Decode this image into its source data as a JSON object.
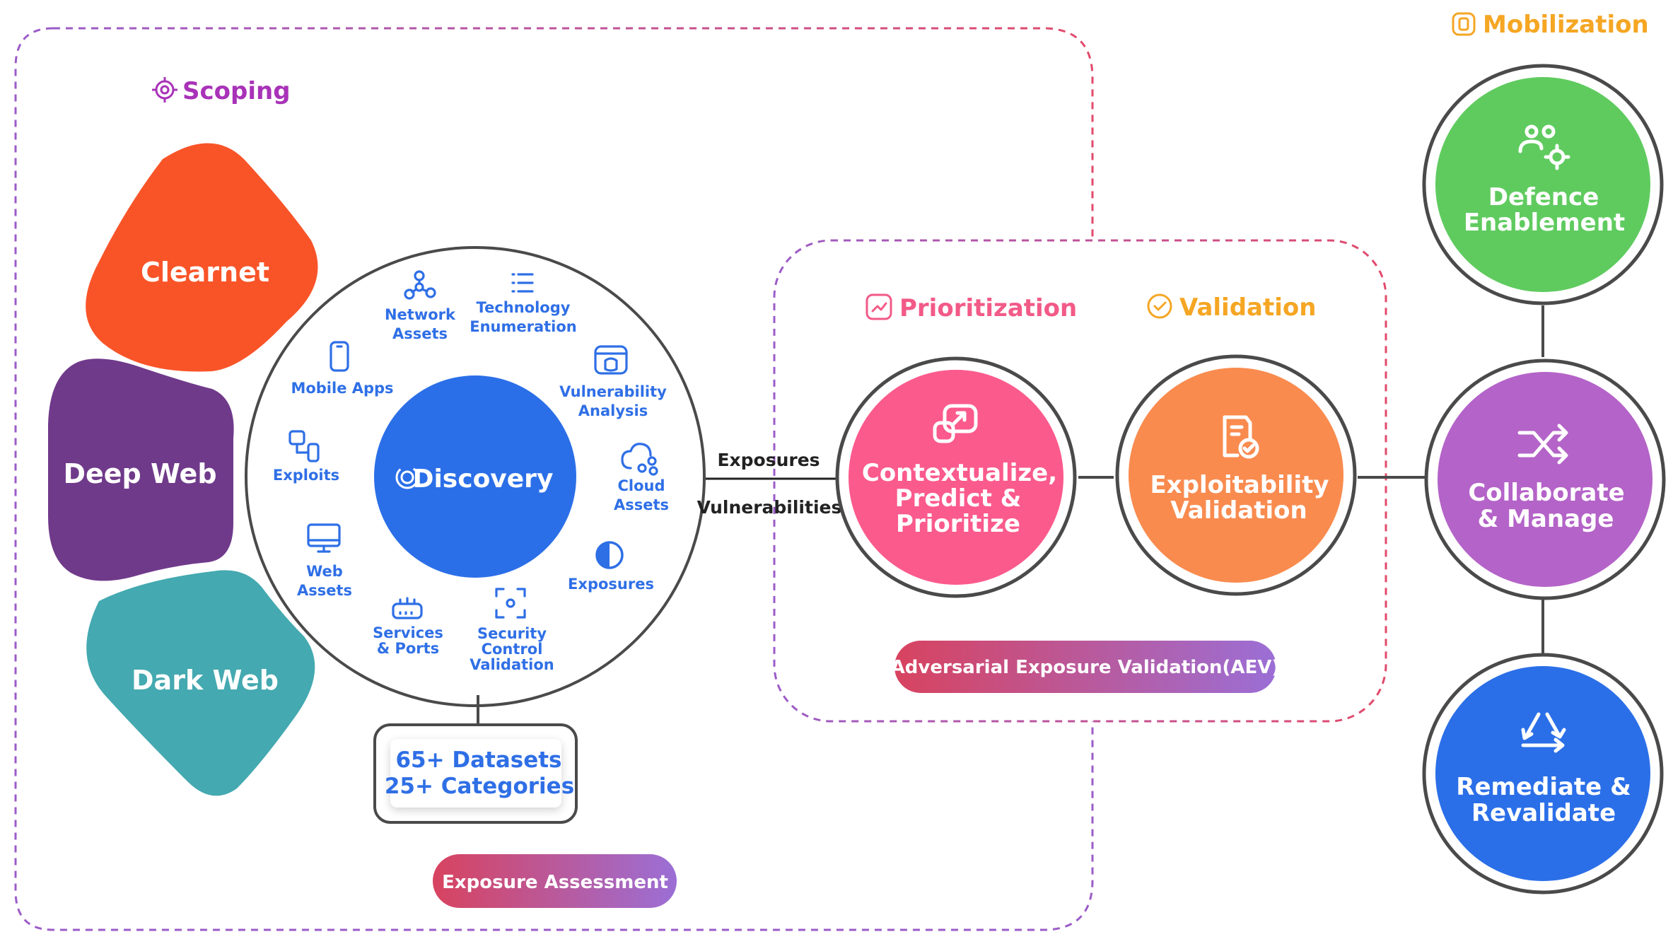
{
  "scoping": {
    "label": "Scoping",
    "color": "#a832b8"
  },
  "mobilization": {
    "label": "Mobilization",
    "color": "#f5a623"
  },
  "webs": [
    {
      "label": "Clearnet",
      "color": "#f95428"
    },
    {
      "label": "Deep Web",
      "color": "#703a8b"
    },
    {
      "label": "Dark Web",
      "color": "#44a9b0"
    }
  ],
  "discovery": {
    "label": "Discovery",
    "items": [
      {
        "lines": [
          "Network",
          "Assets"
        ],
        "icon": "network-icon"
      },
      {
        "lines": [
          "Technology",
          "Enumeration"
        ],
        "icon": "list-icon"
      },
      {
        "lines": [
          "Vulnerability",
          "Analysis"
        ],
        "icon": "bug-browser-icon"
      },
      {
        "lines": [
          "Cloud",
          "Assets"
        ],
        "icon": "cloud-share-icon"
      },
      {
        "lines": [
          "Exposures"
        ],
        "icon": "half-circle-icon"
      },
      {
        "lines": [
          "Security",
          "Control",
          "Validation"
        ],
        "icon": "focus-target-icon"
      },
      {
        "lines": [
          "Services",
          "& Ports"
        ],
        "icon": "router-icon"
      },
      {
        "lines": [
          "Web",
          "Assets"
        ],
        "icon": "monitor-icon"
      },
      {
        "lines": [
          "Exploits"
        ],
        "icon": "devices-icon"
      },
      {
        "lines": [
          "Mobile Apps"
        ],
        "icon": "phone-icon"
      }
    ]
  },
  "datasets": {
    "line1": "65+ Datasets",
    "line2": "25+ Categories"
  },
  "exposure_assessment": "Exposure Assessment",
  "connector": {
    "top": "Exposures",
    "bottom": "Vulnerabilities"
  },
  "prioritization": {
    "label": "Prioritization",
    "color": "#f25a87"
  },
  "validation": {
    "label": "Validation",
    "color": "#f5a623"
  },
  "contextualize": {
    "lines": [
      "Contextualize,",
      "Predict &",
      "Prioritize"
    ],
    "color": "#fb5a8c",
    "icon": "link-arrows-icon"
  },
  "exploitability": {
    "lines": [
      "Exploitability",
      "Validation"
    ],
    "color": "#f98b4f",
    "icon": "doc-check-icon"
  },
  "aev": "Adversarial Exposure Validation(AEV)",
  "mobil_nodes": [
    {
      "lines": [
        "Defence",
        "Enablement"
      ],
      "color": "#5fcb5f",
      "icon": "team-gear-icon"
    },
    {
      "lines": [
        "Collaborate",
        "& Manage"
      ],
      "color": "#b463c8",
      "icon": "shuffle-icon"
    },
    {
      "lines": [
        "Remediate &",
        "Revalidate"
      ],
      "color": "#2b6fe8",
      "icon": "recycle-icon"
    }
  ]
}
